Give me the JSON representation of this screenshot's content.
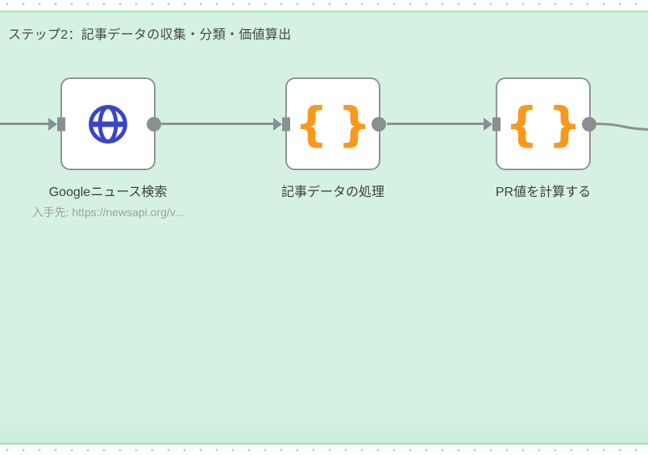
{
  "sticky": {
    "title": "ステップ2：記事データの収集・分類・価値算出",
    "background_color": "#d5f1e2",
    "border_top_color": "#b4e6ca",
    "border_bottom_color": "#9fdcc0"
  },
  "nodes": [
    {
      "id": "google-news-search",
      "label": "Googleニュース検索",
      "subtitle": "入手先: https://newsapi.org/v...",
      "icon": "globe-icon",
      "icon_color": "#3b45c8"
    },
    {
      "id": "process-article-data",
      "label": "記事データの処理",
      "icon": "code-braces-icon",
      "glyph": "{}",
      "icon_color": "#f8991d"
    },
    {
      "id": "calculate-pr-value",
      "label": "PR値を計算する",
      "icon": "code-braces-icon",
      "glyph": "{}",
      "icon_color": "#f8991d"
    }
  ],
  "connections": [
    {
      "from": "canvas-left-edge",
      "to": "google-news-search"
    },
    {
      "from": "google-news-search",
      "to": "process-article-data"
    },
    {
      "from": "process-article-data",
      "to": "calculate-pr-value"
    },
    {
      "from": "calculate-pr-value",
      "to": "canvas-right-edge"
    }
  ],
  "colors": {
    "connector": "#8d9192",
    "node_border": "#8f9496",
    "node_background": "#ffffff",
    "port": "#8a8f91",
    "canvas_background": "#fcfdfd",
    "canvas_dot": "#c2c5c7",
    "title_text": "#47494c",
    "label_text": "#3d3f42",
    "subtitle_text": "#9ba1a4"
  }
}
